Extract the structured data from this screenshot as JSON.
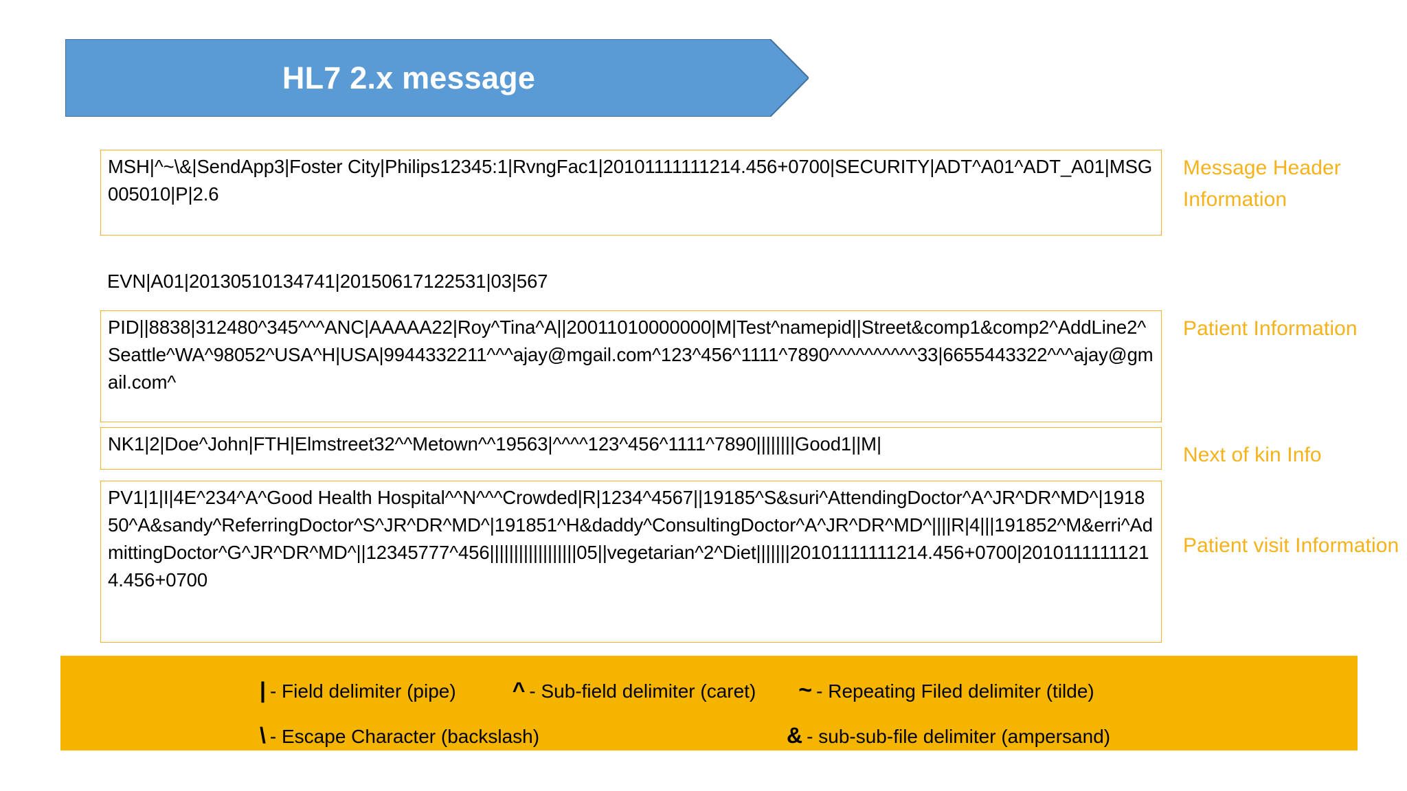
{
  "banner": {
    "title": "HL7 2.x message",
    "fill_color": "#5b9bd5",
    "stroke_color": "#41719c",
    "text_color": "#ffffff"
  },
  "segments": [
    {
      "id": "msh",
      "name": "message-header-segment",
      "bordered": true,
      "text": "MSH|^~\\&|SendApp3|Foster City|Philips12345:1|RvngFac1|20101111111214.456+0700|SECURITY|ADT^A01^ADT_A01|MSG005010|P|2.6"
    },
    {
      "id": "evn",
      "name": "event-type-segment",
      "bordered": false,
      "text": "EVN|A01|20130510134741|20150617122531|03|567"
    },
    {
      "id": "pid",
      "name": "patient-identification-segment",
      "bordered": true,
      "text": "PID||8838|312480^345^^^ANC|AAAAA22|Roy^Tina^A||20011010000000|M|Test^namepid||Street&comp1&comp2^AddLine2^Seattle^WA^98052^USA^H|USA|9944332211^^^ajay@mgail.com^123^456^1111^7890^^^^^^^^^^33|6655443322^^^ajay@gmail.com^"
    },
    {
      "id": "nk1",
      "name": "next-of-kin-segment",
      "bordered": true,
      "text": "NK1|2|Doe^John|FTH|Elmstreet32^^Metown^^19563|^^^^123^456^1111^7890||||||||Good1||M|"
    },
    {
      "id": "pv1",
      "name": "patient-visit-segment",
      "bordered": true,
      "text": "PV1|1|I|4E^234^A^Good Health Hospital^^N^^^Crowded|R|1234^4567||19185^S&suri^AttendingDoctor^A^JR^DR^MD^|191850^A&sandy^ReferringDoctor^S^JR^DR^MD^|191851^H&daddy^ConsultingDoctor^A^JR^DR^MD^||||R|4|||191852^M&erri^AdmittingDoctor^G^JR^DR^MD^||12345777^456||||||||||||||||||05||vegetarian^2^Diet|||||||20101111111214.456+0700|20101111111214.456+0700"
    }
  ],
  "annotations": {
    "msh": "Message Header Information",
    "pid": "Patient Information",
    "nk1": "Next of kin Info",
    "pv1": "Patient visit Information",
    "color": "#f5b21b"
  },
  "legend": {
    "background_color": "#f5b400",
    "items": [
      {
        "symbol": "|",
        "label": "- Field delimiter (pipe)"
      },
      {
        "symbol": "^",
        "label": "- Sub-field delimiter (caret)"
      },
      {
        "symbol": "~",
        "label": "- Repeating Filed delimiter (tilde)"
      },
      {
        "symbol": "\\",
        "label": "- Escape Character (backslash)"
      },
      {
        "symbol": "&",
        "label": "- sub-sub-file delimiter (ampersand)"
      }
    ]
  }
}
